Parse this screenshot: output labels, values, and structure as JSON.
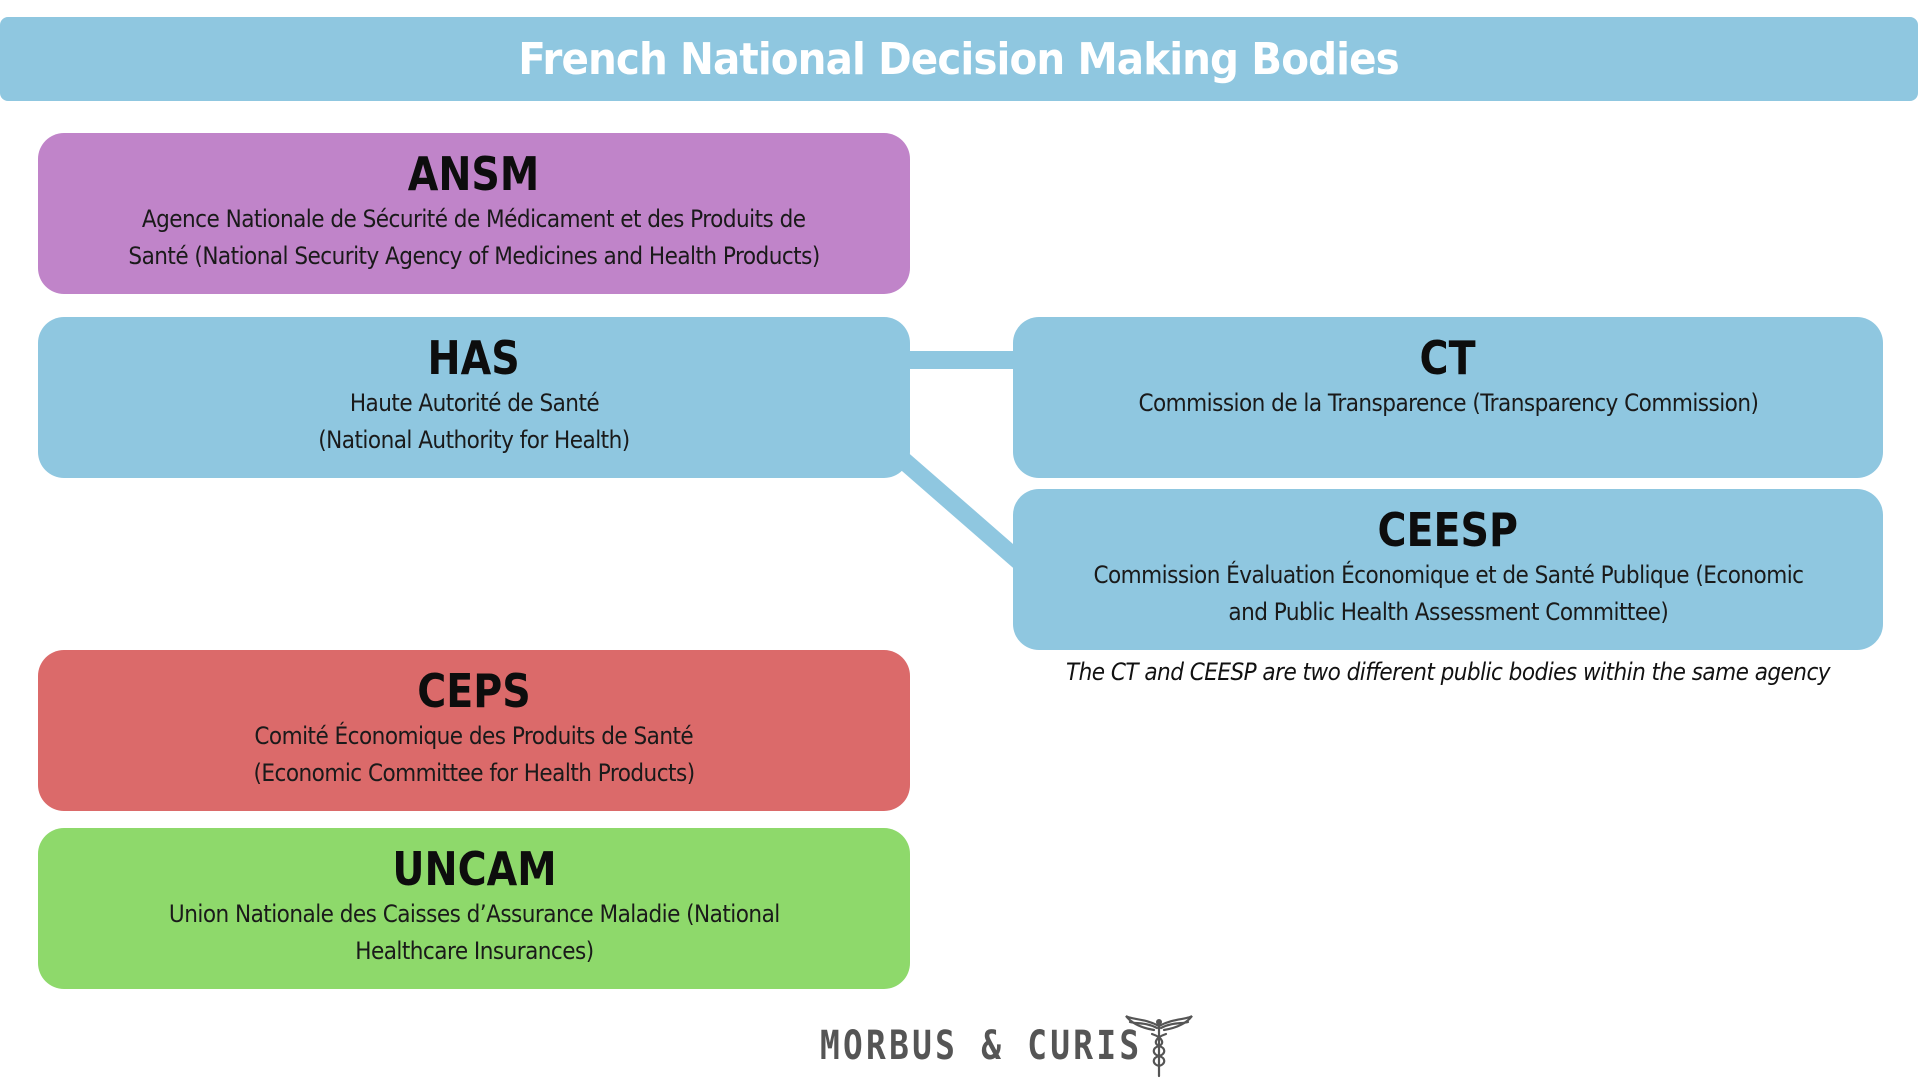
{
  "title": "French National Decision Making Bodies",
  "colors": {
    "title_bar": "#8fc7e0",
    "ansm": "#c084c9",
    "has": "#8fc7e0",
    "ct": "#8fc7e0",
    "ceesp": "#8fc7e0",
    "ceps": "#db6a6a",
    "uncam": "#8ed96b",
    "connector": "#8fc7e0"
  },
  "boxes": {
    "ansm": {
      "acronym": "ANSM",
      "lines": [
        "Agence Nationale de Sécurité de Médicament et des Produits de",
        "Santé (National Security Agency of Medicines and Health Products)"
      ]
    },
    "has": {
      "acronym": "HAS",
      "lines": [
        "Haute Autorité de Santé",
        "(National Authority for Health)"
      ]
    },
    "ct": {
      "acronym": "CT",
      "lines": [
        "Commission de la Transparence (Transparency Commission)"
      ]
    },
    "ceesp": {
      "acronym": "CEESP",
      "lines": [
        "Commission Évaluation Économique et de Santé Publique (Economic",
        "and Public Health Assessment Committee)"
      ]
    },
    "ceps": {
      "acronym": "CEPS",
      "lines": [
        "Comité Économique des Produits de Santé",
        "(Economic Committee for Health Products)"
      ]
    },
    "uncam": {
      "acronym": "UNCAM",
      "lines": [
        "Union Nationale des Caisses d’Assurance Maladie (National",
        "Healthcare Insurances)"
      ]
    }
  },
  "note": "The CT and CEESP are two different public bodies within the same agency",
  "logo": {
    "text": "MORBUS & CURIS",
    "icon": "caduceus-icon"
  }
}
